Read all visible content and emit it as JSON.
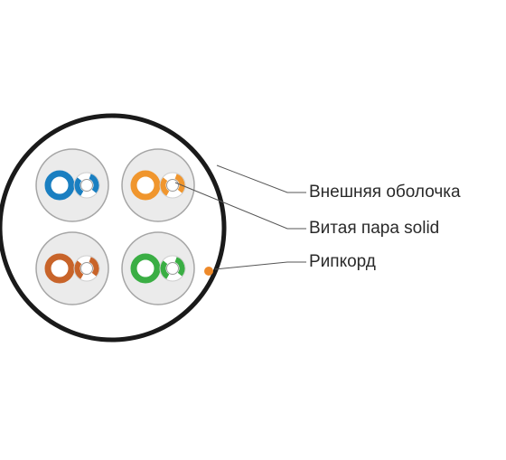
{
  "labels": {
    "outer_jacket": "Внешняя оболочка",
    "twisted_pair": "Витая пара solid",
    "ripcord": "Рипкорд"
  },
  "pairs": [
    {
      "name": "blue-pair",
      "color": "#1a7fc1"
    },
    {
      "name": "orange-pair",
      "color": "#f0962e"
    },
    {
      "name": "brown-pair",
      "color": "#c8642a"
    },
    {
      "name": "green-pair",
      "color": "#3aae44"
    }
  ],
  "colors": {
    "jacket_stroke": "#1a1a1a",
    "pair_fill": "#ebebeb",
    "pair_stroke": "#a6a6a6",
    "ripcord": "#ee8a2a",
    "leader_line": "#555555"
  }
}
